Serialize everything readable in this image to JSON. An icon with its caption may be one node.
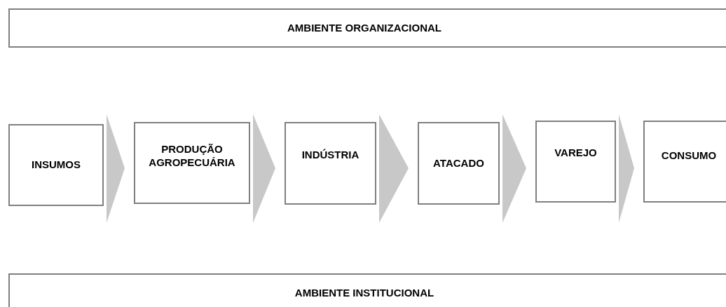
{
  "diagram": {
    "nodes": [
      {
        "text": [
          "AMBIENTE ORGANIZACIONAL"
        ]
      },
      {
        "text": [
          "INSUMOS"
        ]
      },
      {
        "text": [
          "PRODUÇÃO AGROPECUÁRIA"
        ]
      },
      {
        "text": [
          "INDÚSTRIA"
        ]
      },
      {
        "text": [
          "ATACADO"
        ]
      },
      {
        "text": [
          "VAREJO"
        ]
      },
      {
        "text": [
          "CONSUMO"
        ]
      },
      {
        "text": [
          "AMBIENTE INSTITUCIONAL"
        ]
      }
    ],
    "edges": [
      {
        "from": 1,
        "to": 2,
        "arrow": "to"
      },
      {
        "from": 2,
        "to": 3,
        "arrow": "to"
      },
      {
        "from": 3,
        "to": 4,
        "arrow": "to"
      },
      {
        "from": 4,
        "to": 5,
        "arrow": "to"
      },
      {
        "from": 5,
        "to": 6,
        "arrow": "to"
      }
    ]
  }
}
